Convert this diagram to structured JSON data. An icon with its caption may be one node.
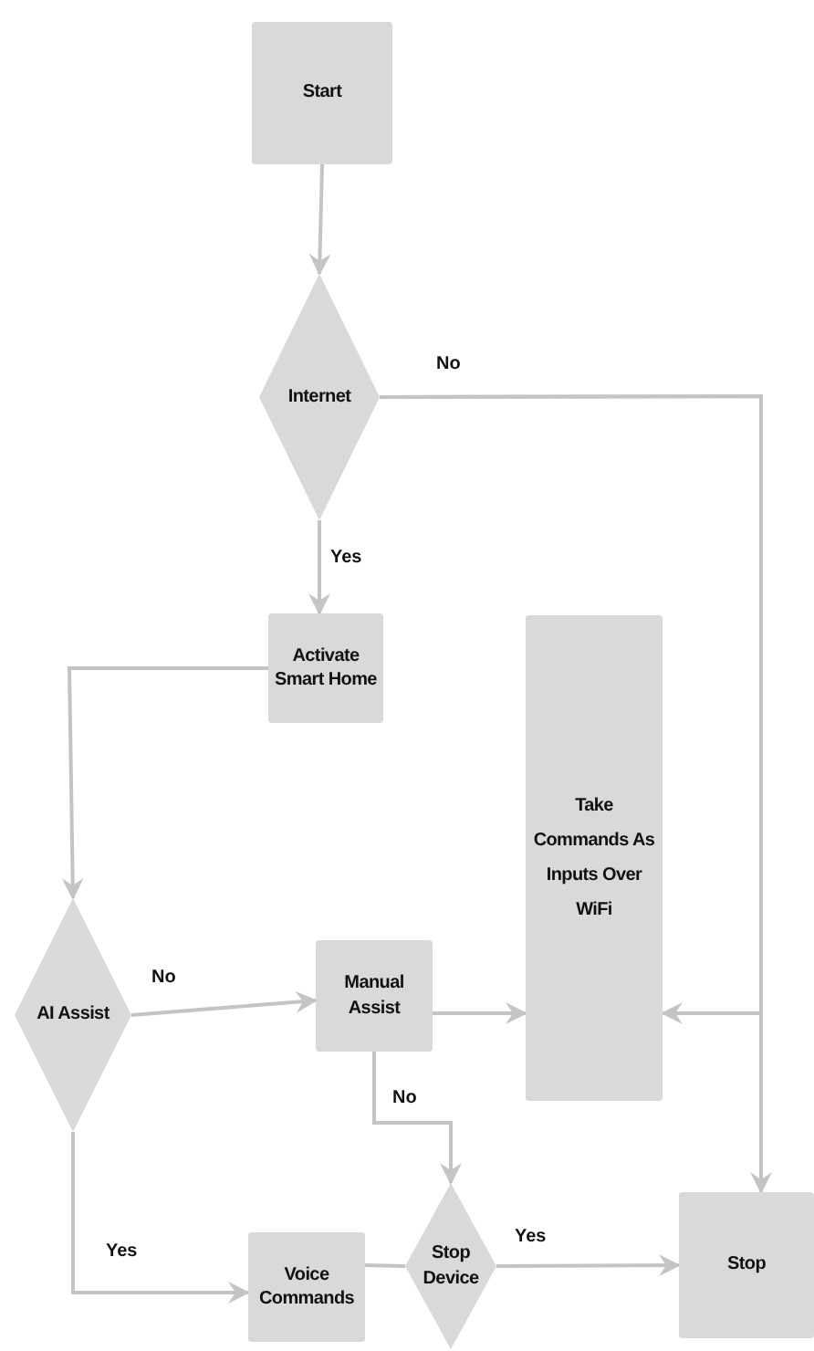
{
  "diagram": {
    "nodes": [
      {
        "text": [
          "Start"
        ]
      },
      {
        "text": [
          "Internet"
        ]
      },
      {
        "text": [
          "Activate Smart Home"
        ]
      },
      {
        "text": [
          "Take Commands As Inputs Over WiFi"
        ]
      },
      {
        "text": [
          "AI Assist"
        ]
      },
      {
        "text": [
          "Manual Assist"
        ]
      },
      {
        "text": [
          "Stop Device"
        ]
      },
      {
        "text": [
          "Voice Commands"
        ]
      },
      {
        "text": [
          "Stop"
        ]
      }
    ],
    "edges": [
      {
        "from": 0,
        "to": 1,
        "arrow": "to"
      },
      {
        "from": 1,
        "to": 8,
        "arrow": "to",
        "label": "No"
      },
      {
        "from": 1,
        "to": 2,
        "arrow": "to",
        "label": "Yes"
      },
      {
        "from": 2,
        "to": 4,
        "arrow": "to"
      },
      {
        "from": 4,
        "to": 5,
        "arrow": "to",
        "label": "No"
      },
      {
        "from": 5,
        "to": 3,
        "arrow": "to"
      },
      {
        "from": 5,
        "to": 6,
        "arrow": "to",
        "label": "No"
      },
      {
        "from": 4,
        "to": 7,
        "arrow": "to",
        "label": "Yes"
      },
      {
        "from": 7,
        "to": 6,
        "arrow": "none"
      },
      {
        "from": 6,
        "to": 8,
        "arrow": "to",
        "label": "Yes"
      },
      {
        "from": 1,
        "to": 3,
        "arrow": "to"
      }
    ]
  }
}
